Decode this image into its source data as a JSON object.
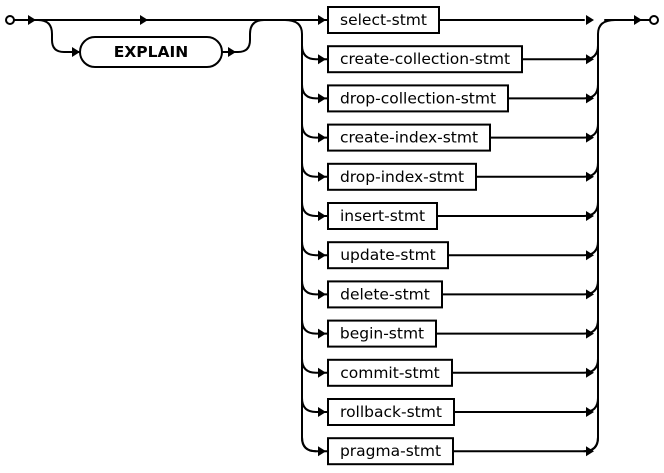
{
  "diagram": {
    "keyword": "EXPLAIN",
    "statements": [
      "select-stmt",
      "create-collection-stmt",
      "drop-collection-stmt",
      "create-index-stmt",
      "drop-index-stmt",
      "insert-stmt",
      "update-stmt",
      "delete-stmt",
      "begin-stmt",
      "commit-stmt",
      "rollback-stmt",
      "pragma-stmt"
    ]
  }
}
